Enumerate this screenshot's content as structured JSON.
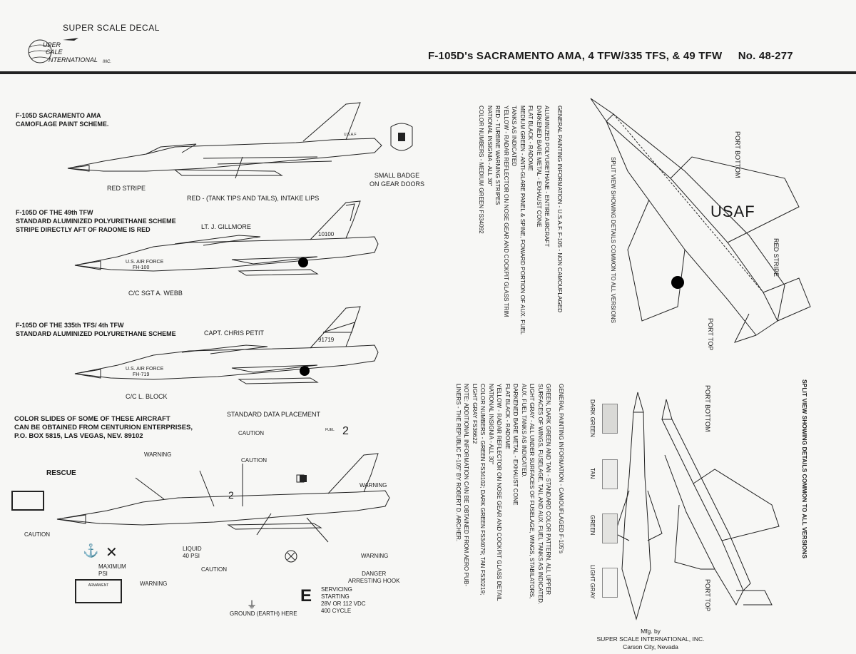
{
  "header": {
    "brand": "SUPER SCALE DECAL",
    "logo_line1": "UPER",
    "logo_line2": "CALE",
    "logo_line3": "NTERNATIONAL",
    "logo_suffix": "INC.",
    "title": "F-105D's SACRAMENTO AMA, 4 TFW/335 TFS, & 49 TFW",
    "number": "No. 48-277"
  },
  "profiles": [
    {
      "caption1": "F-105D  SACRAMENTO AMA",
      "caption2": "CAMOFLAGE PAINT SCHEME.",
      "callout_red_stripe": "RED STRIPE",
      "callout_red": "RED - (TANK TIPS AND TAILS), INTAKE LIPS",
      "badge1": "SMALL BADGE",
      "badge2": "ON GEAR DOORS",
      "tail_text": "U.S.A.F"
    },
    {
      "caption1": "F-105D OF THE 49th TFW",
      "caption2": "STANDARD ALUMINIZED POLYURETHANE SCHEME",
      "caption3": "STRIPE DIRECTLY AFT OF RADOME IS RED",
      "pilot": "LT. J. GILLMORE",
      "crew": "C/C SGT A. WEBB",
      "nose_text1": "U.S. AIR FORCE",
      "nose_text2": "FH-100",
      "tail_number": "10100"
    },
    {
      "caption1": "F-105D OF THE 335th TFS/ 4th TFW",
      "caption2": "STANDARD ALUMINIZED POLYURETHANE SCHEME",
      "pilot": "CAPT. CHRIS PETIT",
      "crew": "C/C L. BLOCK",
      "nose_text1": "U.S. AIR FORCE",
      "nose_text2": "FH-719",
      "tail_number": "91719"
    }
  ],
  "slides": {
    "line1": "COLOR SLIDES OF SOME OF THESE AIRCRAFT",
    "line2": "CAN BE OBTAINED FROM CENTURION ENTERPRISES,",
    "line3": "P.O. BOX 5815, LAS VEGAS, NEV. 89102"
  },
  "data_placement": {
    "title": "STANDARD DATA PLACEMENT",
    "rescue": "RESCUE",
    "warning1": "WARNING",
    "warning2": "WARNING",
    "warning3": "WARNING",
    "warning4": "WARNING",
    "caution1": "CAUTION",
    "caution2": "CAUTION",
    "caution3": "CAUTION",
    "caution4": "CAUTION",
    "danger1": "DANGER",
    "danger2": "ARRESTING HOOK",
    "servicing1": "SERVICING",
    "servicing2": "STARTING",
    "servicing3": "28V OR 112 VDC",
    "servicing4": "400 CYCLE",
    "ground": "GROUND (EARTH) HERE",
    "liquid1": "LIQUID",
    "liquid2": "40 PSI",
    "maximum1": "MAXIMUM",
    "maximum2": "PSI",
    "armament": "ARMAMENT",
    "numeral": "2",
    "fuel_label": "FUEL"
  },
  "painting_info_1": {
    "lines": [
      "GENERAL PAINTING INFORMATION - U.S.A.F. F-105 - NON CAMOUFLAGED",
      "ALUMINIZED POLYURETHANE - ENTIRE AIRCRAFT",
      "DARKENED BARE METAL - EXHAUST CONE",
      "FLAT BLACK - RADOME",
      "MEDIUM GREEN - ANTI-GLARE PANEL & SPINE, FOWARD PORTION OF AUX. FUEL",
      "TANKS AS INDICATED",
      "YELLOW - RADAR REFLECTOR ON NOSE GEAR AND COCKPIT GLASS TRIM",
      "RED - TURBINE WARNING STRIPES",
      "NATIONAL INSIGNIA - ALL 30\"",
      "COLOR NUMBERS - MEDIUM GREEN FS34092"
    ]
  },
  "painting_info_2": {
    "lines": [
      "GENERAL PAINTING INFORMATION - CAMOUFLAGED F-105's",
      "GREEN, DARK GREEN AND TAN - STANDARD COLOR PATTERN, ALL UPPER",
      "SURFACES OF WINGS, FUSELAGE, TAIL AND AUX. FUEL TANKS AS INDICATED.",
      "LIGHT GRAY - ALL UNDER SURFACES OF FUSELAGE, WINGS, STABILATORS,",
      "AUX. FUEL TANKS AS INDICATED.",
      "DARKENED BARE METAL - EXHAUST CONE",
      "FLAT BLACK - RADOME",
      "YELLOW - RADAR REFLECTOR ON NOSE GEAR AND COCKPIT GLASS DETAIL",
      "NATIONAL INSIGNIA - ALL 30\"",
      "COLOR NUMBERS - GREEN FS34102; DARK GREEN FS34079; TAN FS30219;",
      "LIGHT GRAY FS36622",
      "NOTE: ADDITIONAL INFORMATION CAN BE OBTAINED FROM AERO PUB-",
      "LINERS - THE REPUBLIC F-105\" BY ROBERT D. ARCHER."
    ]
  },
  "split_view_1": {
    "caption": "SPLIT VIEW SHOWING DETAILS COMMON TO ALL VERSIONS",
    "port_bottom": "PORT BOTTOM",
    "port_top": "PORT TOP",
    "red_stripe": "RED STRIPE",
    "wing_text": "USAF"
  },
  "split_view_2": {
    "caption": "SPLIT VIEW SHOWING DETAILS COMMON TO ALL VERSIONS",
    "port_bottom": "PORT BOTTOM",
    "port_top": "PORT TOP"
  },
  "swatches": [
    {
      "label": "DARK GREEN",
      "color": "#d9d9d6"
    },
    {
      "label": "TAN",
      "color": "#ececea"
    },
    {
      "label": "GREEN",
      "color": "#e3e3e0"
    },
    {
      "label": "LIGHT GRAY",
      "color": "#f4f4f2"
    }
  ],
  "footer": {
    "line1": "Mfg. by",
    "line2": "SUPER SCALE INTERNATIONAL, INC.",
    "line3": "Carson City, Nevada"
  }
}
